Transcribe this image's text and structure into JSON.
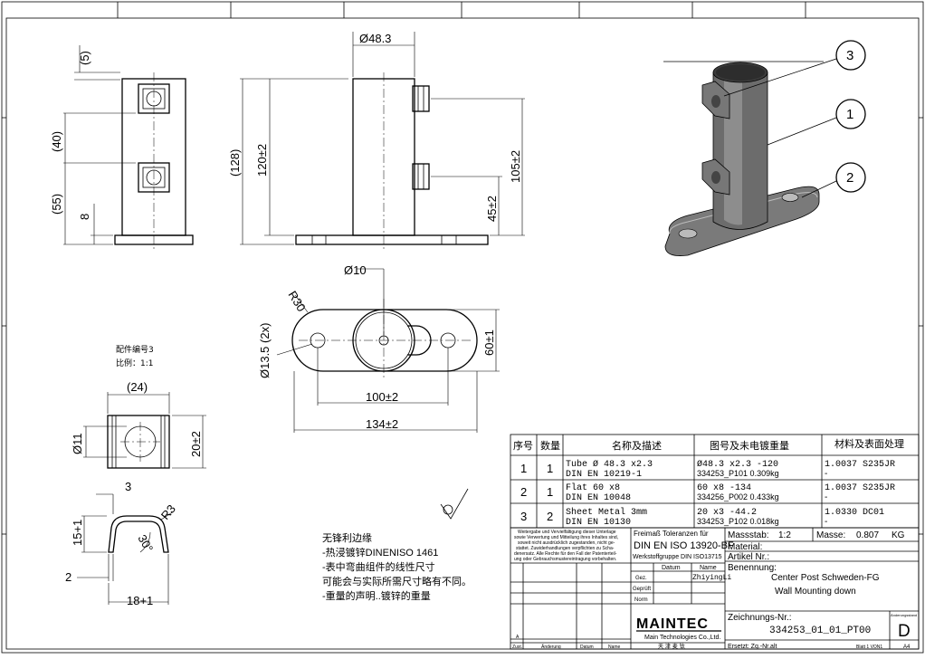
{
  "dimensions": {
    "top_5": "(5)",
    "side_40": "(40)",
    "side_55": "(55)",
    "side_8": "8",
    "tube_diameter": "Ø48.3",
    "overall_128": "(128)",
    "height_120": "120±2",
    "height_105": "105±2",
    "height_45": "45±2",
    "hole_diameter_10": "Ø10",
    "radius_30": "R30",
    "hole_diameter_13_5": "Ø13.5 (2x)",
    "width_60": "60±1",
    "pitch_100": "100±2",
    "length_134": "134±2",
    "sheet_24": "(24)",
    "sheet_11": "Ø11",
    "sheet_20": "20±2",
    "bend_3": "3",
    "bend_r3": "R3",
    "bend_15": "15+1",
    "bend_30deg": "30°",
    "bend_2": "2",
    "bend_18": "18+1"
  },
  "part_label": {
    "number": "配件编号3",
    "scale": "比例：1:1"
  },
  "callouts": [
    "3",
    "1",
    "2"
  ],
  "notes": [
    "无锋利边缘",
    "-热浸镀锌DINENISO 1461",
    "-表中弯曲组件的线性尺寸",
    "可能会与实际所需尺寸略有不同。",
    "-重量的声明..镀锌的重量"
  ],
  "bom": {
    "headers": [
      "序号",
      "数量",
      "名称及描述",
      "图号及未电镀重量",
      "材料及表面处理"
    ],
    "rows": [
      {
        "no": "1",
        "qty": "1",
        "name1": "Tube Ø 48.3 x2.3",
        "name2": "DIN EN 10219-1",
        "dwg1": "Ø48.3 x2.3 -120",
        "dwg2": "334253_P101 0.309kg",
        "mat1": "1.0037 S235JR",
        "mat2": "-"
      },
      {
        "no": "2",
        "qty": "1",
        "name1": "Flat 60 x8",
        "name2": "DIN EN 10048",
        "dwg1": "60 x8 -134",
        "dwg2": "334256_P002 0.433kg",
        "mat1": "1.0037 S235JR",
        "mat2": "-"
      },
      {
        "no": "3",
        "qty": "2",
        "name1": "Sheet Metal 3mm",
        "name2": "DIN EN 10130",
        "dwg1": "20 x3 -44.2",
        "dwg2": "334253_P102 0.018kg",
        "mat1": "1.0330 DC01",
        "mat2": "-"
      }
    ]
  },
  "title_block": {
    "legal_text": [
      "Weitergabe und Vervielfältigung dieser Unterlage",
      "sowie Verwertung und Mitteilung ihres Inhaltes sind,",
      "soweit nicht ausdrücklich zugestanden, nicht ge-",
      "stattet. Zuwiderhandlungen verpflichten zu Scha-",
      "denersatz. Alle Rechte für den Fall der Patenterteil-",
      "ung oder Gebrauchsmustereintragung vorbehalten."
    ],
    "tolerance_label": "Freimaß Toleranzen für",
    "tolerance_standard": "DIN EN ISO 13920-BF",
    "tolerance_group": "Werkstoffgruppe DIN ISO13715",
    "massstab_label": "Massstab:",
    "massstab_value": "1:2",
    "masse_label": "Masse:",
    "masse_value": "0.807",
    "masse_unit": "KG",
    "material_label": "Material:",
    "artikel_label": "Artikel Nr.:",
    "benennung_label": "Benennung:",
    "benennung_line1": "Center Post Schweden-FG",
    "benennung_line2": "Wall Mounting down",
    "datum_header": "Datum",
    "name_header": "Name",
    "drawer_name": "ZhiyingLi",
    "row_gez": "Gez.",
    "row_gepruft": "Geprüft",
    "row_norm": "Norm",
    "company_logo": "MAINTEC",
    "company_name": "Main Technologies Co.,Ltd.",
    "zeichnungs_label": "Zeichnungs-Nr.:",
    "zeichnungs_value": "334253_01_01_PT00",
    "aenderung_label": "Änderungsstand",
    "revision": "D",
    "zust_label": "Zust.",
    "rev_row_label": "A",
    "bottom_aenderung": "Änderung",
    "bottom_datum": "Datum",
    "bottom_name": "Name",
    "bottom_cn": "天 津 麦 钛",
    "ersetzt": "Ersetzt: Zg.-Nr.alt",
    "blatt": "Blatt 1 VON1",
    "format": "A4"
  }
}
